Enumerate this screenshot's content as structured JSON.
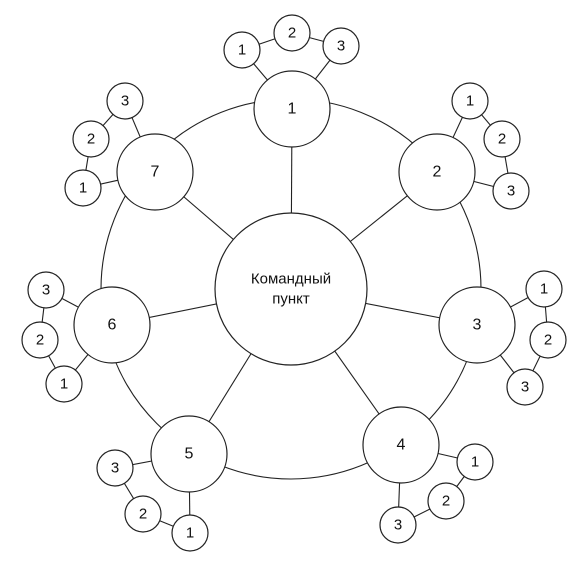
{
  "center": {
    "line1": "Командный",
    "line2": "пункт"
  },
  "stations": [
    {
      "label": "1",
      "subs": [
        "1",
        "2",
        "3"
      ]
    },
    {
      "label": "2",
      "subs": [
        "1",
        "2",
        "3"
      ]
    },
    {
      "label": "3",
      "subs": [
        "1",
        "2",
        "3"
      ]
    },
    {
      "label": "4",
      "subs": [
        "1",
        "2",
        "3"
      ]
    },
    {
      "label": "5",
      "subs": [
        "1",
        "2",
        "3"
      ]
    },
    {
      "label": "6",
      "subs": [
        "1",
        "2",
        "3"
      ]
    },
    {
      "label": "7",
      "subs": [
        "1",
        "2",
        "3"
      ]
    }
  ],
  "colors": {
    "stroke": "#222222",
    "fill": "#ffffff",
    "text": "#111111"
  }
}
